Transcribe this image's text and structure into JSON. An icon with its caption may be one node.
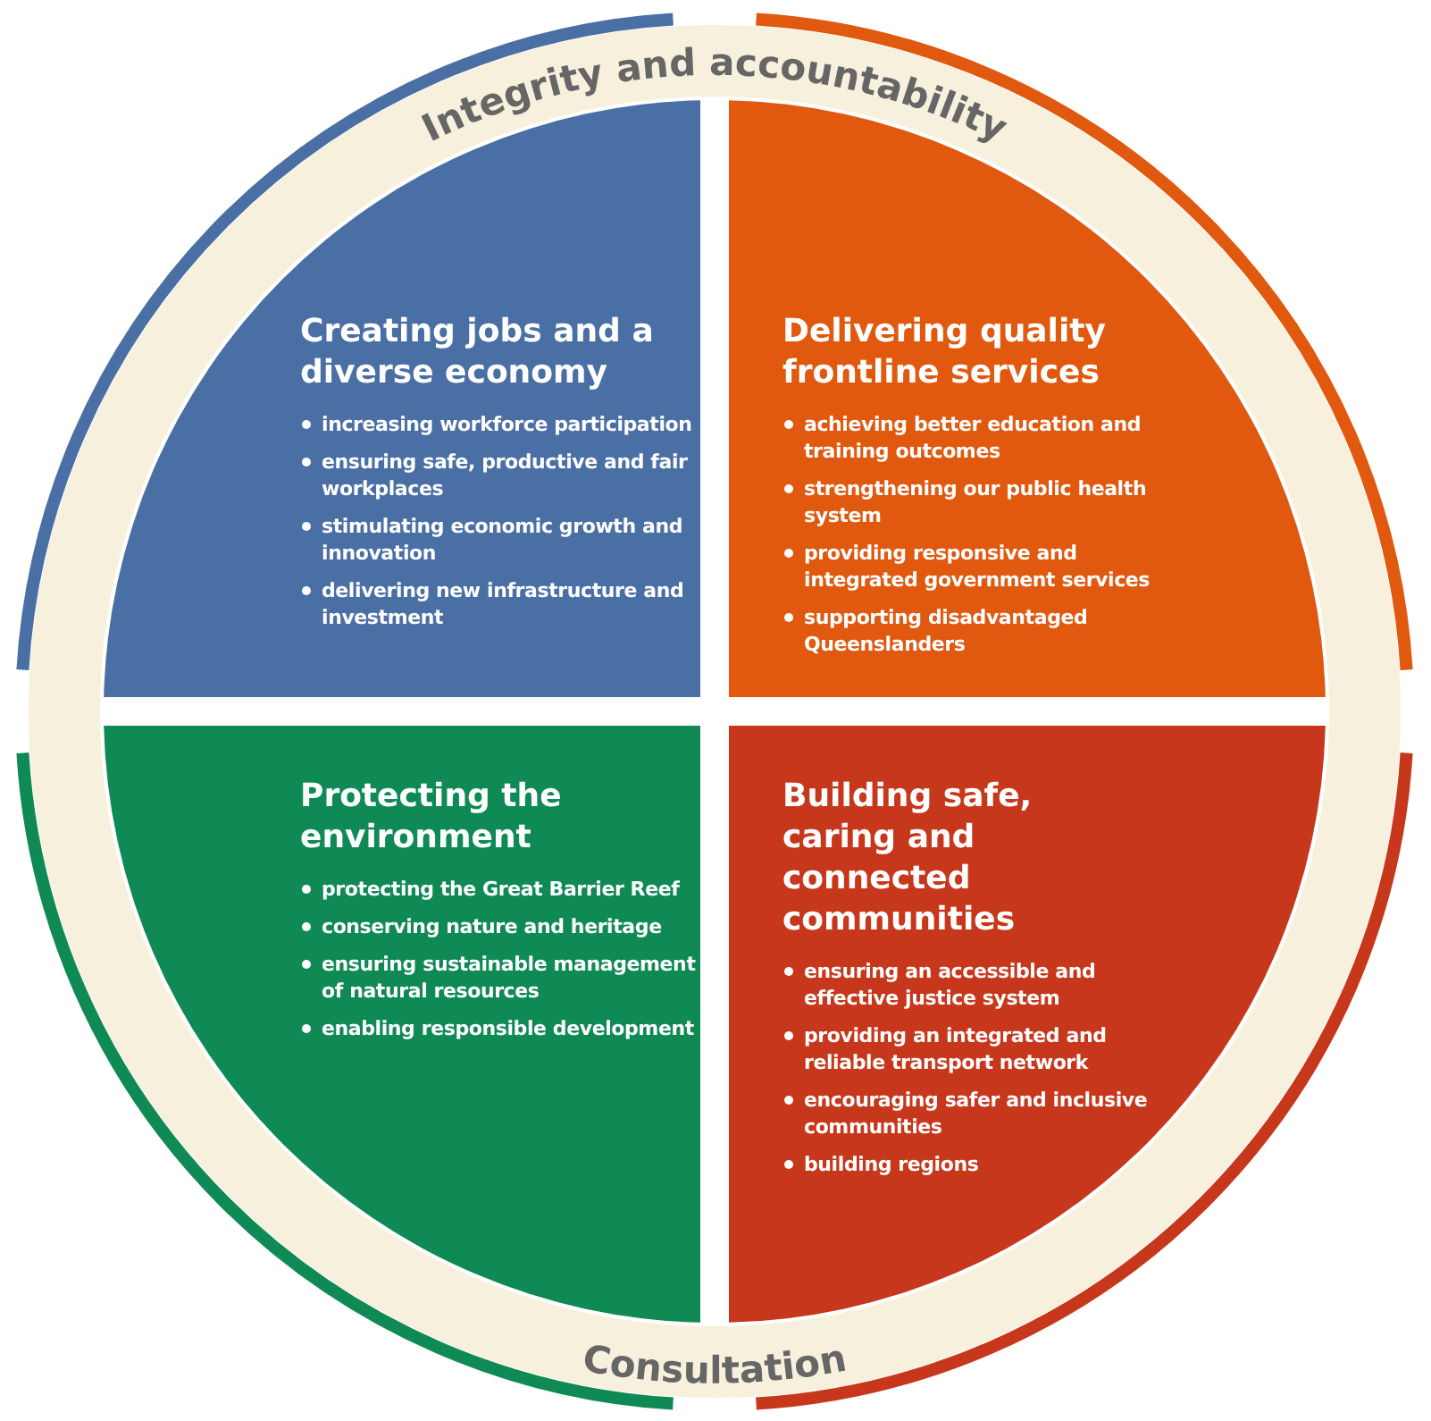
{
  "diagram": {
    "nodes": [
      {
        "text": [
          "Creating jobs and a diverse economy",
          "increasing workforce participation",
          "ensuring safe, productive and fair workplaces",
          "stimulating economic growth and innovation",
          "delivering new infrastructure and investment"
        ]
      },
      {
        "text": [
          "Delivering quality frontline services",
          "achieving better education and training outcomes",
          "strengthening our public health system",
          "providing responsive and integrated government services",
          "supporting disadvantaged Queenslanders"
        ]
      },
      {
        "text": [
          "Protecting the environment",
          "protecting the Great Barrier Reef",
          "conserving nature and heritage",
          "ensuring sustainable management of natural resources",
          "enabling responsible development"
        ]
      },
      {
        "text": [
          "Building safe, caring and connected communities",
          "ensuring an accessible and effective justice system",
          "providing an integrated and reliable transport network",
          "encouraging safer and inclusive communities",
          "building regions"
        ]
      }
    ],
    "edges": [],
    "labels": [
      "Integrity and accountability",
      "Consultation"
    ]
  }
}
